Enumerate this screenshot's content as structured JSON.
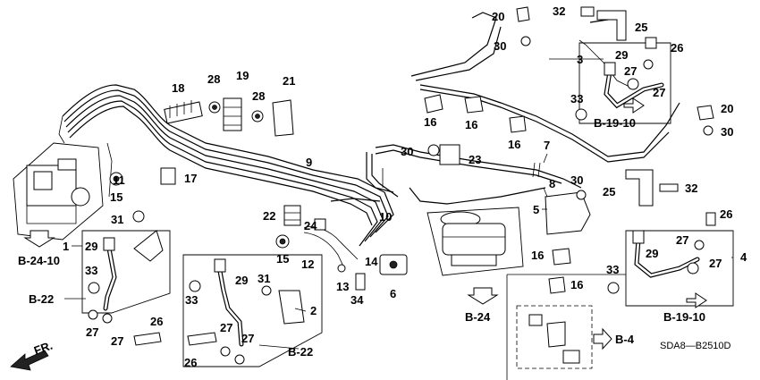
{
  "diagram_code": "SDA8—B2510D",
  "callouts": [
    {
      "id": "c1",
      "text": "1"
    },
    {
      "id": "c2",
      "text": "2"
    },
    {
      "id": "c3",
      "text": "3"
    },
    {
      "id": "c4",
      "text": "4"
    },
    {
      "id": "c5",
      "text": "5"
    },
    {
      "id": "c6",
      "text": "6"
    },
    {
      "id": "c7",
      "text": "7"
    },
    {
      "id": "c8",
      "text": "8"
    },
    {
      "id": "c9",
      "text": "9"
    },
    {
      "id": "c10",
      "text": "10"
    },
    {
      "id": "c11",
      "text": "11"
    },
    {
      "id": "c12",
      "text": "12"
    },
    {
      "id": "c13",
      "text": "13"
    },
    {
      "id": "c14",
      "text": "14"
    },
    {
      "id": "c15a",
      "text": "15"
    },
    {
      "id": "c15b",
      "text": "15"
    },
    {
      "id": "c16a",
      "text": "16"
    },
    {
      "id": "c16b",
      "text": "16"
    },
    {
      "id": "c16c",
      "text": "16"
    },
    {
      "id": "c16d",
      "text": "16"
    },
    {
      "id": "c16e",
      "text": "16"
    },
    {
      "id": "c17",
      "text": "17"
    },
    {
      "id": "c18",
      "text": "18"
    },
    {
      "id": "c19",
      "text": "19"
    },
    {
      "id": "c20a",
      "text": "20"
    },
    {
      "id": "c20b",
      "text": "20"
    },
    {
      "id": "c21",
      "text": "21"
    },
    {
      "id": "c22",
      "text": "22"
    },
    {
      "id": "c23",
      "text": "23"
    },
    {
      "id": "c24",
      "text": "24"
    },
    {
      "id": "c25a",
      "text": "25"
    },
    {
      "id": "c25b",
      "text": "25"
    },
    {
      "id": "c26a",
      "text": "26"
    },
    {
      "id": "c26b",
      "text": "26"
    },
    {
      "id": "c26c",
      "text": "26"
    },
    {
      "id": "c26d",
      "text": "26"
    },
    {
      "id": "c27a",
      "text": "27"
    },
    {
      "id": "c27b",
      "text": "27"
    },
    {
      "id": "c27c",
      "text": "27"
    },
    {
      "id": "c27d",
      "text": "27"
    },
    {
      "id": "c27e",
      "text": "27"
    },
    {
      "id": "c27f",
      "text": "27"
    },
    {
      "id": "c27g",
      "text": "27"
    },
    {
      "id": "c27h",
      "text": "27"
    },
    {
      "id": "c28a",
      "text": "28"
    },
    {
      "id": "c28b",
      "text": "28"
    },
    {
      "id": "c29a",
      "text": "29"
    },
    {
      "id": "c29b",
      "text": "29"
    },
    {
      "id": "c29c",
      "text": "29"
    },
    {
      "id": "c29d",
      "text": "29"
    },
    {
      "id": "c30a",
      "text": "30"
    },
    {
      "id": "c30b",
      "text": "30"
    },
    {
      "id": "c30c",
      "text": "30"
    },
    {
      "id": "c30d",
      "text": "30"
    },
    {
      "id": "c31a",
      "text": "31"
    },
    {
      "id": "c31b",
      "text": "31"
    },
    {
      "id": "c32a",
      "text": "32"
    },
    {
      "id": "c32b",
      "text": "32"
    },
    {
      "id": "c33a",
      "text": "33"
    },
    {
      "id": "c33b",
      "text": "33"
    },
    {
      "id": "c33c",
      "text": "33"
    },
    {
      "id": "c33d",
      "text": "33"
    },
    {
      "id": "c34",
      "text": "34"
    }
  ],
  "refs": [
    {
      "id": "r_b2410",
      "text": "B-24-10"
    },
    {
      "id": "r_b22a",
      "text": "B-22"
    },
    {
      "id": "r_b22b",
      "text": "B-22"
    },
    {
      "id": "r_b24",
      "text": "B-24"
    },
    {
      "id": "r_b4",
      "text": "B-4"
    },
    {
      "id": "r_b1910a",
      "text": "B-19-10"
    },
    {
      "id": "r_b1910b",
      "text": "B-19-10"
    },
    {
      "id": "r_fr",
      "text": "FR."
    }
  ]
}
